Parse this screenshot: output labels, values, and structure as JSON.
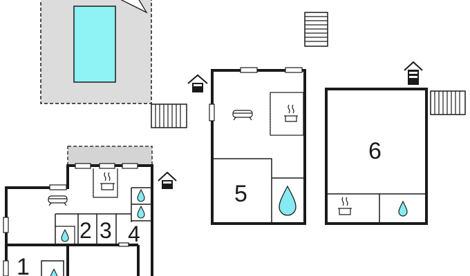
{
  "colors": {
    "wall": "#1a1a1a",
    "pool_water": "#8ff3f5",
    "terrace": "#dcdcdc",
    "water_drop": "#87eaf2",
    "dashed_area": "#d4d4d4"
  },
  "rooms": {
    "room_1": "1",
    "room_2": "2",
    "room_3": "3",
    "room_4": "4",
    "room_5": "5",
    "room_6": "6"
  },
  "icons": [
    "sofa-icon",
    "stove-icon",
    "water-drop-icon",
    "house-entrance-icon",
    "stairs-icon"
  ]
}
